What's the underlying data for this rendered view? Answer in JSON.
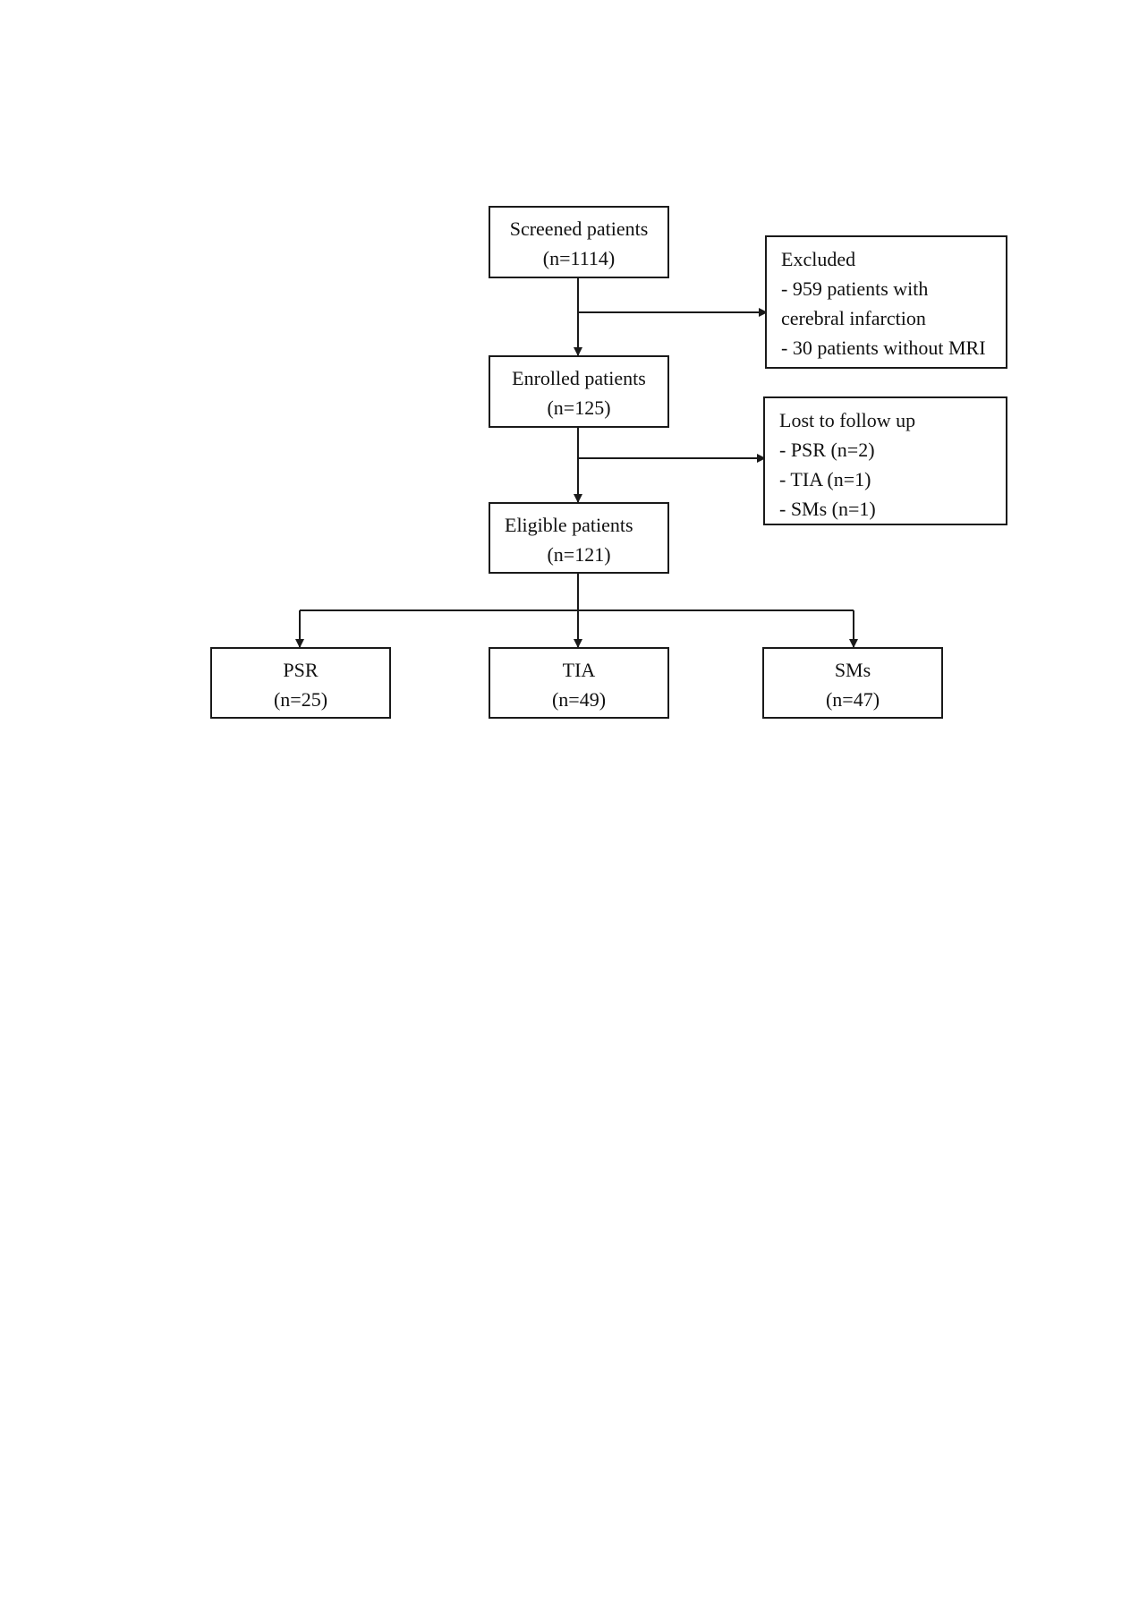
{
  "flowchart": {
    "screened": {
      "title": "Screened patients",
      "count": "(n=1114)"
    },
    "excluded": {
      "title": "Excluded",
      "lines": [
        "- 959 patients with",
        "cerebral infarction",
        "- 30 patients without MRI"
      ]
    },
    "enrolled": {
      "title": "Enrolled patients",
      "count": "(n=125)"
    },
    "lost": {
      "title": "Lost to follow up",
      "lines": [
        "- PSR (n=2)",
        "- TIA (n=1)",
        "- SMs (n=1)"
      ]
    },
    "eligible": {
      "title": "Eligible patients",
      "count": "(n=121)"
    },
    "groups": [
      {
        "title": "PSR",
        "count": "(n=25)"
      },
      {
        "title": "TIA",
        "count": "(n=49)"
      },
      {
        "title": "SMs",
        "count": "(n=47)"
      }
    ]
  }
}
